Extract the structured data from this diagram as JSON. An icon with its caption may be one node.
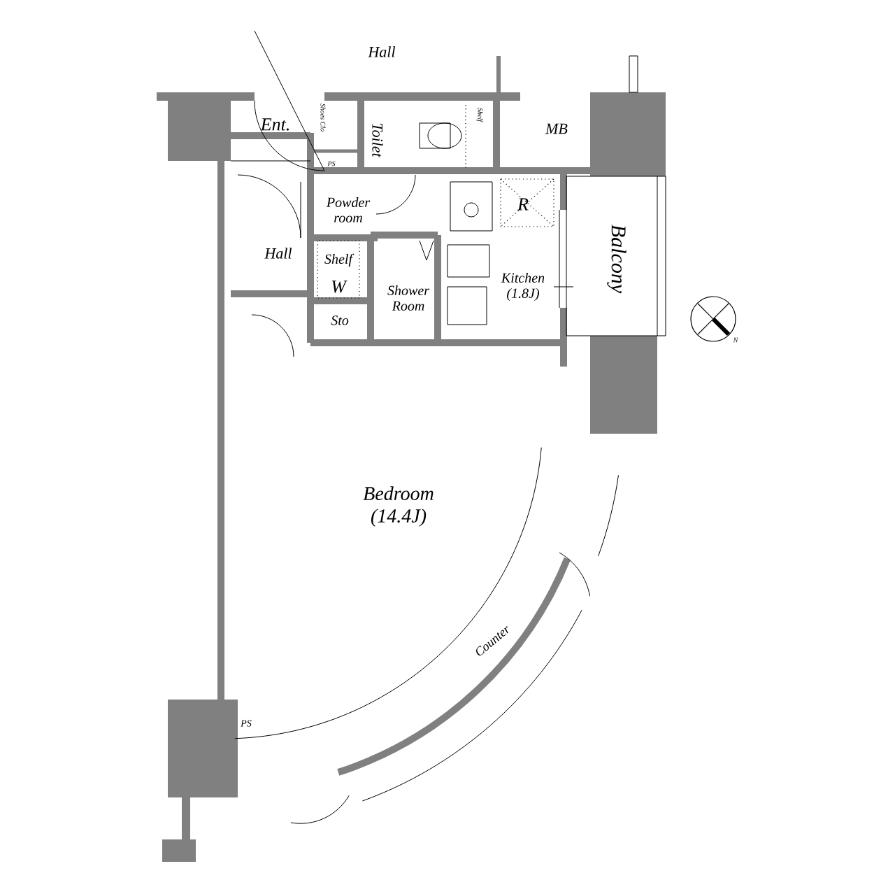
{
  "diagram": {
    "labels": [
      "Hall",
      "Ent.",
      "Shoes Clo",
      "Toilet",
      "Shelf",
      "MB",
      "PS",
      "Powder room",
      "R",
      "Hall",
      "Shelf",
      "W",
      "Shower Room",
      "Kitchen (1.8J)",
      "Balcony",
      "Sto",
      "Bedroom (14.4J)",
      "Counter",
      "PS",
      "N"
    ]
  }
}
